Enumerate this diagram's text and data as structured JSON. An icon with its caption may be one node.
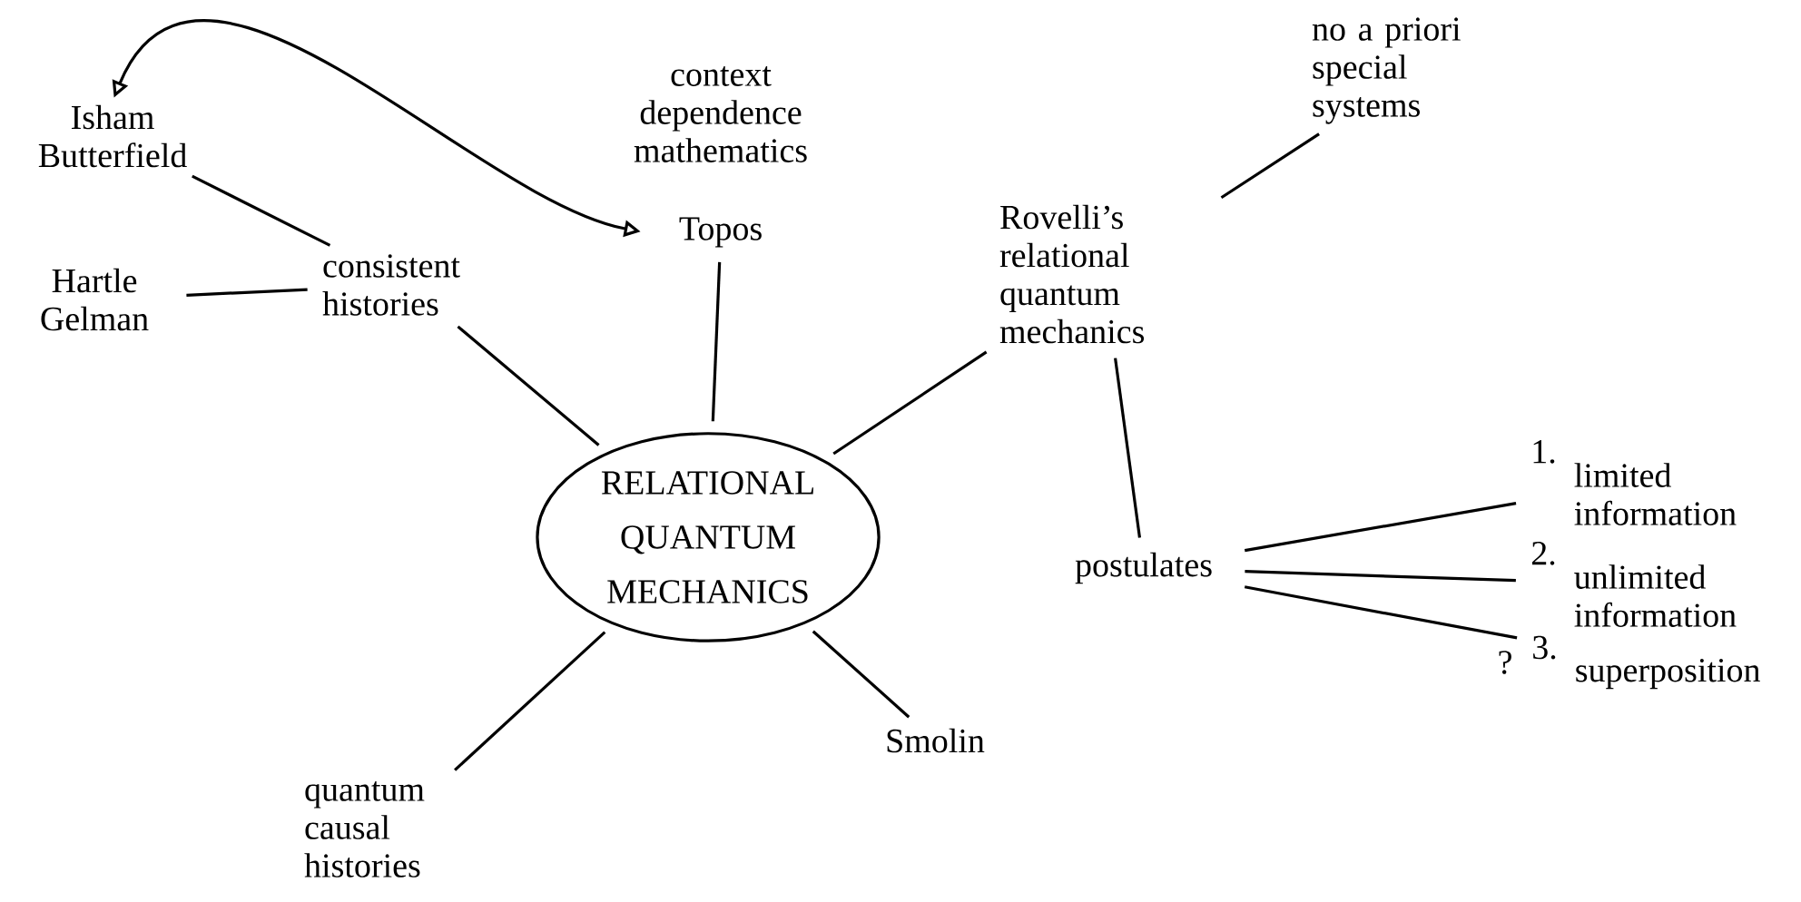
{
  "diagram": {
    "nodes": [
      {
        "text": [
          "Isham Butterfield"
        ]
      },
      {
        "text": [
          "Topos"
        ]
      },
      {
        "text": [
          "consistent histories"
        ]
      },
      {
        "text": [
          "Hartle Gelman"
        ]
      },
      {
        "text": [
          "Rovelli’s relational quantum mechanics"
        ]
      },
      {
        "text": [
          "no a priori special systems"
        ]
      },
      {
        "text": [
          "RELATIONAL QUANTUM MECHANICS"
        ]
      },
      {
        "text": [
          "postulates"
        ]
      },
      {
        "text": [
          "1.",
          "limited information"
        ]
      },
      {
        "text": [
          "2.",
          "unlimited information"
        ]
      },
      {
        "text": [
          "3.",
          "superposition"
        ],
        "beside": [
          "?"
        ]
      },
      {
        "text": [
          "quantum causal histories"
        ]
      },
      {
        "text": [
          "Smolin"
        ]
      }
    ],
    "edges": [
      {
        "from": 1,
        "to": 0,
        "arrow": "both"
      },
      {
        "from": 0,
        "to": 2,
        "arrow": "none"
      },
      {
        "from": 3,
        "to": 2,
        "arrow": "none"
      },
      {
        "from": 2,
        "to": 6,
        "arrow": "none"
      },
      {
        "from": 1,
        "to": 6,
        "arrow": "none"
      },
      {
        "from": 6,
        "to": 4,
        "arrow": "none"
      },
      {
        "from": 4,
        "to": 5,
        "arrow": "none"
      },
      {
        "from": 4,
        "to": 7,
        "arrow": "none"
      },
      {
        "from": 7,
        "to": 8,
        "arrow": "none"
      },
      {
        "from": 7,
        "to": 9,
        "arrow": "none"
      },
      {
        "from": 7,
        "to": 10,
        "arrow": "none"
      },
      {
        "from": 6,
        "to": 11,
        "arrow": "none"
      },
      {
        "from": 6,
        "to": 12,
        "arrow": "none"
      }
    ],
    "labels": [
      "context dependence mathematics"
    ]
  }
}
